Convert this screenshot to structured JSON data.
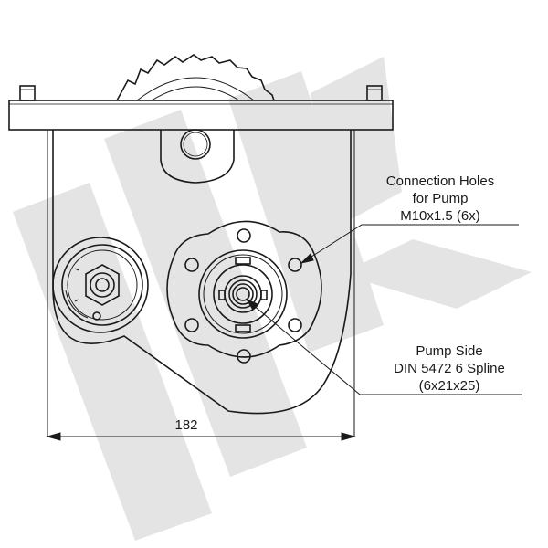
{
  "callouts": {
    "connection": {
      "line1": "Connection Holes",
      "line2": "for Pump",
      "line3": "M10x1.5 (6x)"
    },
    "pump_side": {
      "line1": "Pump Side",
      "line2": "DIN 5472 6 Spline",
      "line3": "(6x21x25)"
    }
  },
  "dimension": {
    "width_value": "182"
  },
  "watermark": {
    "text": "HK",
    "color": "#e6e6e6"
  },
  "colors": {
    "line": "#1a1a1a",
    "watermark": "#e4e4e4"
  }
}
